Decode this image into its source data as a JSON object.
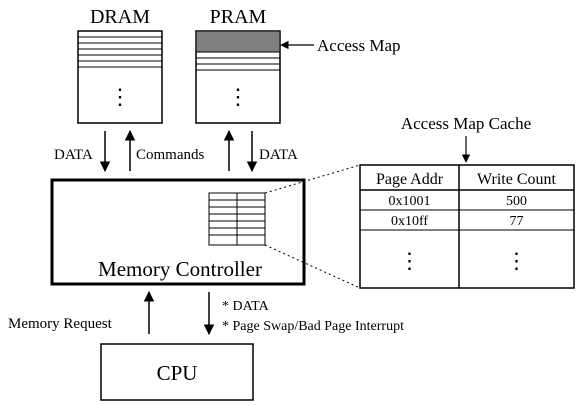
{
  "memories": {
    "dram": {
      "label": "DRAM"
    },
    "pram": {
      "label": "PRAM"
    },
    "ellipsis": "⋮"
  },
  "annotations": {
    "access_map": "Access Map",
    "access_map_cache": "Access Map Cache"
  },
  "links": {
    "dram_data": "DATA",
    "commands": "Commands",
    "pram_data": "DATA",
    "memory_request": "Memory Request",
    "cpu_return_line1": "* DATA",
    "cpu_return_line2": "* Page Swap/Bad Page Interrupt"
  },
  "controller": {
    "label": "Memory Controller"
  },
  "cpu": {
    "label": "CPU"
  },
  "cache_table": {
    "headers": [
      "Page Addr",
      "Write Count"
    ],
    "rows": [
      [
        "0x1001",
        "500"
      ],
      [
        "0x10ff",
        "77"
      ]
    ],
    "ellipsis": "⋮"
  },
  "colors": {
    "access_map_fill": "#808080",
    "line": "#000000"
  }
}
